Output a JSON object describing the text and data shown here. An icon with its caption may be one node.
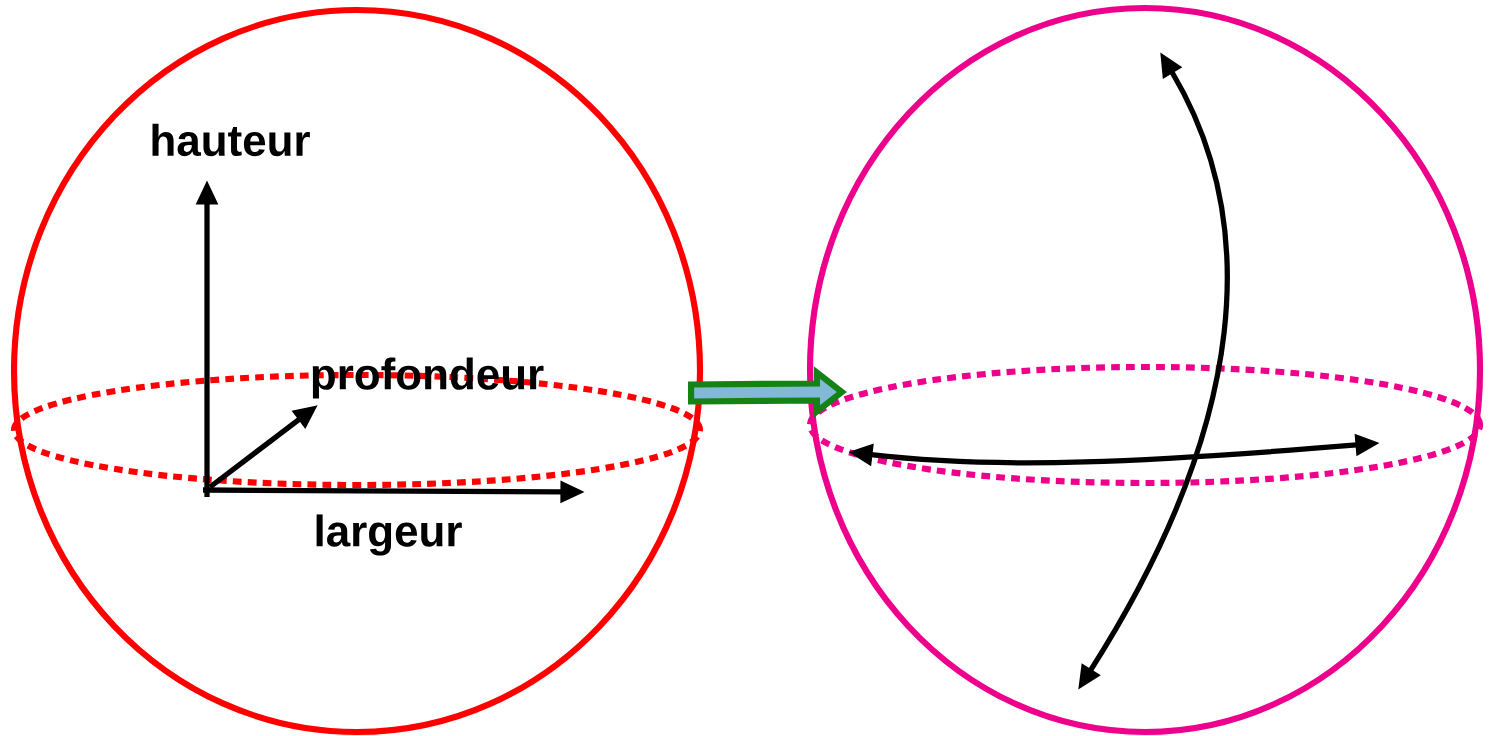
{
  "diagram": {
    "nodes": [
      {
        "text": [],
        "shape": "circle"
      },
      {
        "text": [],
        "shape": "circle"
      }
    ],
    "edges": [
      {
        "from": 0,
        "to": 1,
        "arrow": "to"
      }
    ],
    "labels": [
      "hauteur",
      "profondeur",
      "largeur"
    ]
  }
}
